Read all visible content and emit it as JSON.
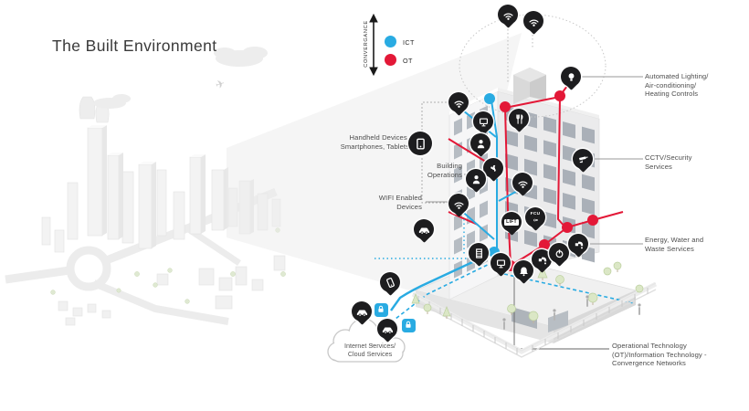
{
  "title": "The Built Environment",
  "legend": {
    "axis_label": "CONVERGANCE",
    "items": [
      {
        "label": "ICT",
        "color": "#29abe2"
      },
      {
        "label": "OT",
        "color": "#e31837"
      }
    ]
  },
  "left_labels": {
    "handheld_line1": "Handheld Devices,",
    "handheld_line2": "Smartphones, Tablets",
    "building_ops_line1": "Building",
    "building_ops_line2": "Operations",
    "wifi_line1": "WIFI Enabled",
    "wifi_line2": "Devices"
  },
  "right_labels": {
    "automated_line1": "Automated Lighting/",
    "automated_line2": "Air-conditioning/",
    "automated_line3": "Heating Controls",
    "cctv_line1": "CCTV/Security",
    "cctv_line2": "Services",
    "energy_line1": "Energy, Water and",
    "energy_line2": "Waste Services",
    "ot_line1": "Operational Technology",
    "ot_line2": "(OT)/Information Technology -",
    "ot_line3": "Convergence Networks"
  },
  "cloud": {
    "line1": "Internet Services/",
    "line2": "Cloud Services"
  },
  "pin_texts": {
    "lift": "LIFT",
    "fcu": "FCU"
  },
  "colors": {
    "ict": "#29abe2",
    "ot": "#e31837",
    "pin": "#1d1d1f"
  },
  "icons": [
    "wifi",
    "lightbulb",
    "tablet",
    "monitor",
    "cctv-camera",
    "faucet",
    "power",
    "bell",
    "server-rack",
    "person",
    "fan",
    "fork-knife",
    "car",
    "smartphone",
    "padlock"
  ]
}
